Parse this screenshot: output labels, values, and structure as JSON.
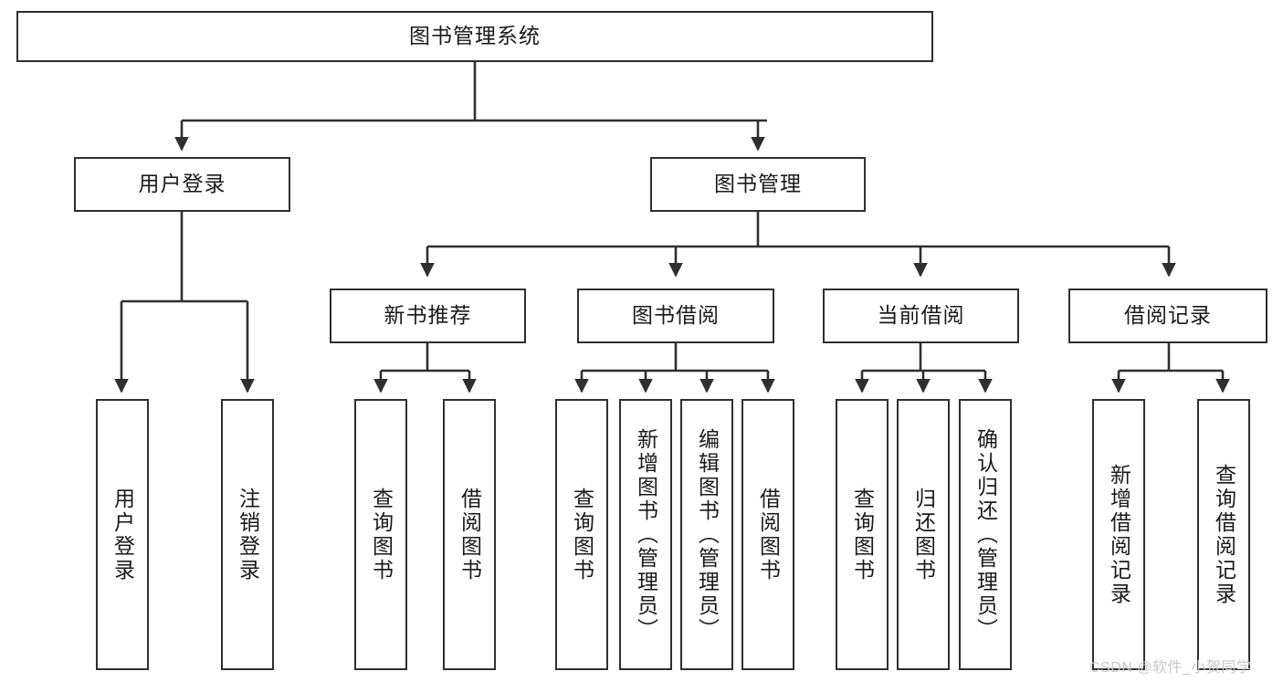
{
  "diagram": {
    "type": "hierarchy-tree",
    "title": "图书管理系统",
    "root": {
      "label": "图书管理系统"
    },
    "level2": [
      {
        "label": "用户登录"
      },
      {
        "label": "图书管理"
      }
    ],
    "level3": [
      {
        "label": "新书推荐"
      },
      {
        "label": "图书借阅"
      },
      {
        "label": "当前借阅"
      },
      {
        "label": "借阅记录"
      }
    ],
    "leaves": {
      "user_login": [
        {
          "label": "用户登录"
        },
        {
          "label": "注销登录"
        }
      ],
      "new_book_recommend": [
        {
          "label": "查询图书"
        },
        {
          "label": "借阅图书"
        }
      ],
      "book_borrow": [
        {
          "label": "查询图书"
        },
        {
          "label": "新增图书（管理员）"
        },
        {
          "label": "编辑图书（管理员）"
        },
        {
          "label": "借阅图书"
        }
      ],
      "current_borrow": [
        {
          "label": "查询图书"
        },
        {
          "label": "归还图书"
        },
        {
          "label": "确认归还（管理员）"
        }
      ],
      "borrow_record": [
        {
          "label": "新增借阅记录"
        },
        {
          "label": "查询借阅记录"
        }
      ]
    }
  },
  "watermark": {
    "text": "CSDN @软件_小贺同学"
  },
  "colors": {
    "border": "#2f2f2f",
    "background": "#ffffff",
    "text": "#1a1a1a",
    "watermark": "#c9c9c9"
  }
}
